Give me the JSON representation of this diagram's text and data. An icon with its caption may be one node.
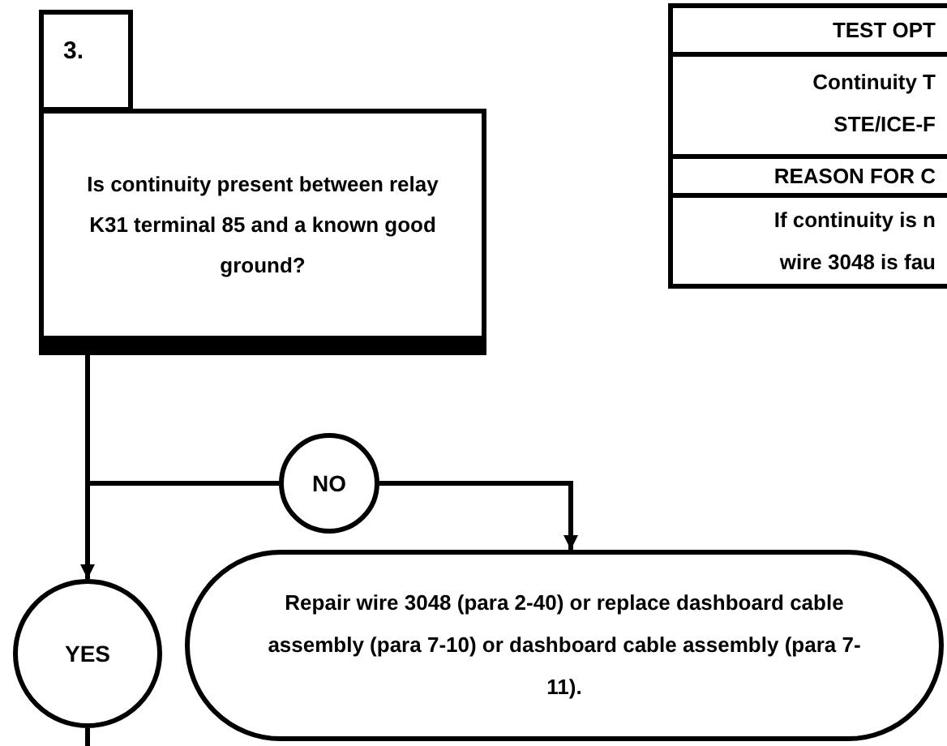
{
  "diagram": {
    "nodes": [
      {
        "text": [
          "3."
        ]
      },
      {
        "text": [
          "Is continuity present between relay K31 terminal 85 and a known good ground?"
        ]
      },
      {
        "text": [
          "NO"
        ]
      },
      {
        "text": [
          "YES"
        ]
      },
      {
        "text": [
          "Repair wire 3048 (para 2-40) or replace dashboard cable assembly (para 7-10) or dashboard cable assembly (para 7-11)."
        ]
      }
    ],
    "edges": [
      {
        "from": 1,
        "to": 3,
        "arrow": "to"
      },
      {
        "from": 1,
        "to": 2,
        "arrow": "none"
      },
      {
        "from": 2,
        "to": 4,
        "arrow": "to"
      },
      {
        "from": 3,
        "to": null,
        "arrow": "none"
      }
    ],
    "labels": [
      "TEST OPT",
      "Continuity T",
      "STE/ICE-F",
      "REASON FOR C",
      "If continuity is n",
      "wire 3048 is fau"
    ]
  }
}
